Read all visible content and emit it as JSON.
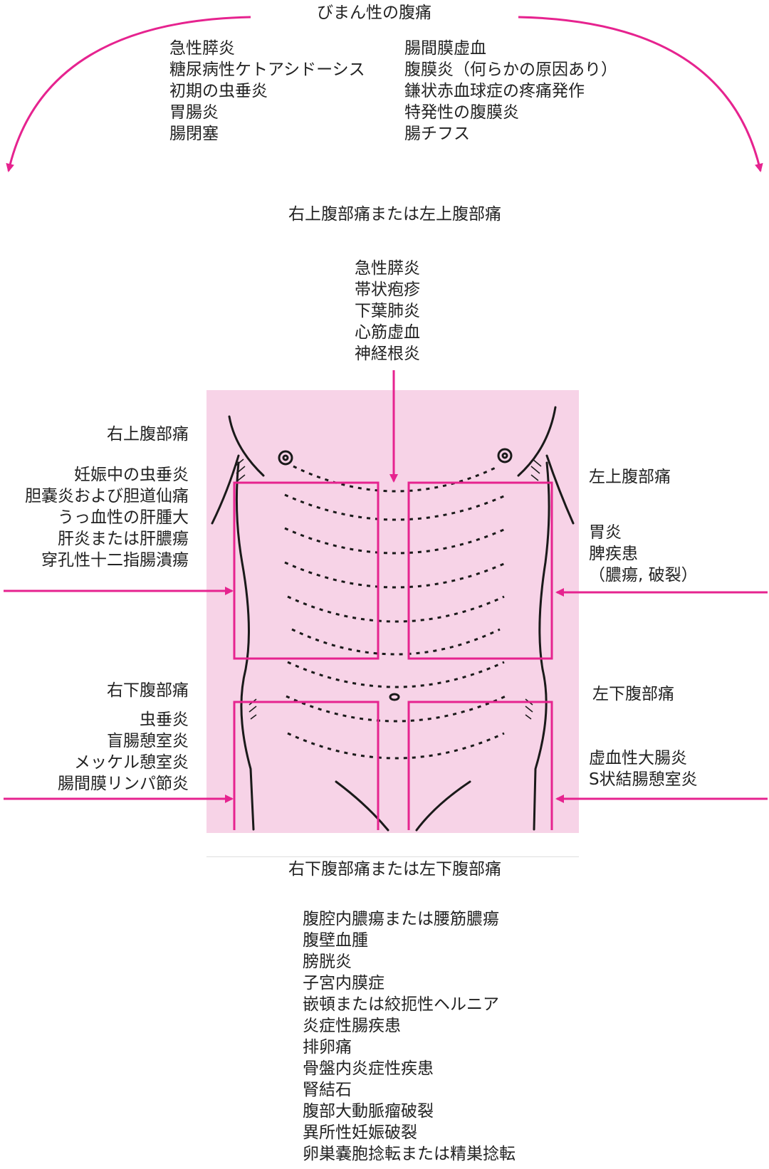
{
  "colors": {
    "accent": "#e6238f",
    "torso_fill": "#f7d3e7",
    "line": "#1a1a1a"
  },
  "diffuse": {
    "title": "びまん性の腹痛",
    "left_items": [
      "急性膵炎",
      "糖尿病性ケトアシドーシス",
      "初期の虫垂炎",
      "胃腸炎",
      "腸閉塞"
    ],
    "right_items": [
      "腸間膜虚血",
      "腹膜炎（何らかの原因あり）",
      "鎌状赤血球症の疼痛発作",
      "特発性の腹膜炎",
      "腸チフス"
    ]
  },
  "upper_either": {
    "title": "右上腹部痛または左上腹部痛",
    "items": [
      "急性膵炎",
      "帯状疱疹",
      "下葉肺炎",
      "心筋虚血",
      "神経根炎"
    ]
  },
  "ruq": {
    "title": "右上腹部痛",
    "items": [
      "妊娠中の虫垂炎",
      "胆嚢炎および胆道仙痛",
      "うっ血性の肝腫大",
      "肝炎または肝膿瘍",
      "穿孔性十二指腸潰瘍"
    ]
  },
  "luq": {
    "title": "左上腹部痛",
    "items": [
      "胃炎",
      "脾疾患",
      "（膿瘍, 破裂）"
    ]
  },
  "rlq": {
    "title": "右下腹部痛",
    "items": [
      "虫垂炎",
      "盲腸憩室炎",
      "メッケル憩室炎",
      "腸間膜リンパ節炎"
    ]
  },
  "llq": {
    "title": "左下腹部痛",
    "items": [
      "虚血性大腸炎",
      "S状結腸憩室炎"
    ]
  },
  "lower_either": {
    "title": "右下腹部痛または左下腹部痛",
    "items": [
      "腹腔内膿瘍または腰筋膿瘍",
      "腹壁血腫",
      "膀胱炎",
      "子宮内膜症",
      "嵌頓または絞扼性ヘルニア",
      "炎症性腸疾患",
      "排卵痛",
      "骨盤内炎症性疾患",
      "腎結石",
      "腹部大動脈瘤破裂",
      "異所性妊娠破裂",
      "卵巣嚢胞捻転または精巣捻転"
    ]
  }
}
